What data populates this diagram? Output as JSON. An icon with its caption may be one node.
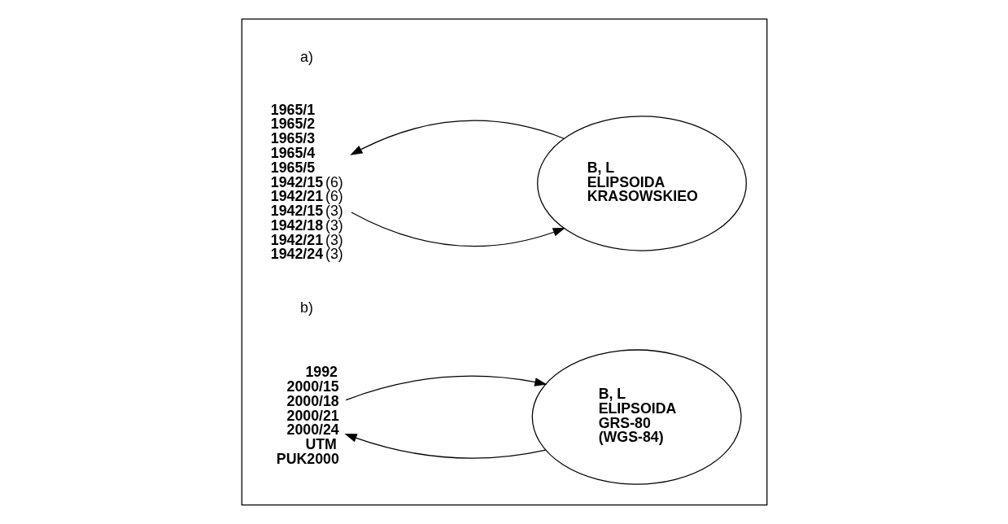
{
  "diagram": {
    "nodes": [
      {
        "text": [],
        "shape": "box"
      },
      {
        "text": [
          "**1965/1**",
          "**1965/2**",
          "**1965/3**",
          "**1965/4**",
          "**1965/5**",
          "**1942/15** (6)",
          "**1942/21** (6)",
          "**1942/15** (3)",
          "**1942/18** (3)",
          "**1942/21** (3)",
          "**1942/24** (3)"
        ],
        "in": 0
      },
      {
        "text": [
          "B, L",
          "ELIPSOIDA",
          "KRASOWSKIEO"
        ],
        "in": 0
      },
      {
        "text": [
          "1992",
          "2000/15",
          "2000/18",
          "2000/21",
          "2000/24",
          "UTM",
          "PUK2000"
        ],
        "in": 0
      },
      {
        "text": [
          "B, L",
          "ELIPSOIDA",
          "GRS-80",
          "(WGS-84)"
        ],
        "in": 0
      }
    ],
    "edges": [
      {
        "from": 1,
        "to": 2,
        "arrow": "to"
      },
      {
        "from": 2,
        "to": 1,
        "arrow": "to"
      },
      {
        "from": 4,
        "to": 3,
        "arrow": "to"
      },
      {
        "from": 3,
        "to": 4,
        "arrow": "to"
      }
    ],
    "labels": [
      "a)",
      "b)"
    ]
  }
}
